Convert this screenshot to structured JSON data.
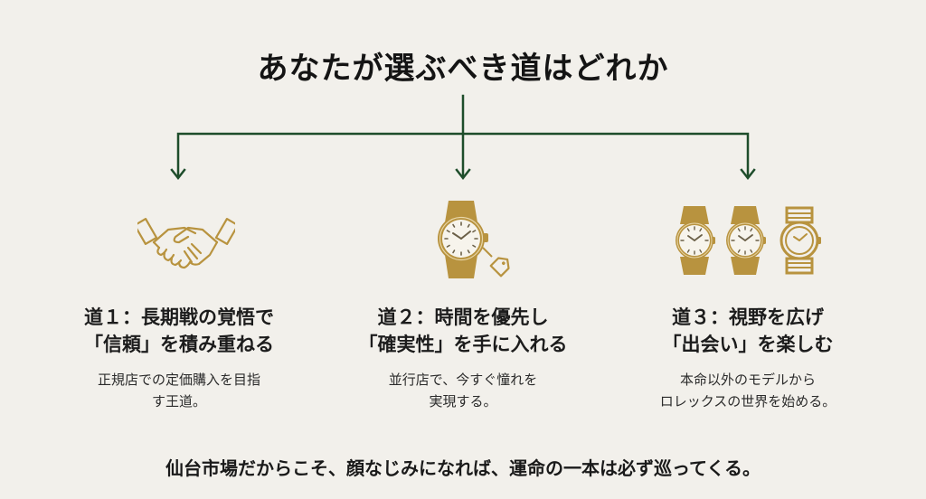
{
  "title": "あなたが選ぶべき道はどれか",
  "colors": {
    "background": "#f2f0eb",
    "arrow": "#1e4d2b",
    "gold": "#b8933f",
    "dial": "#f7f4ec",
    "text": "#1a1a1a"
  },
  "paths": [
    {
      "icon": "handshake-icon",
      "heading_line1": "道１：長期戦の覚悟で",
      "heading_line2": "「信頼」を積み重ねる",
      "desc_line1": "正規店での定価購入を目指",
      "desc_line2": "す王道。"
    },
    {
      "icon": "watch-price-tag-icon",
      "heading_line1": "道２：時間を優先し",
      "heading_line2": "「確実性」を手に入れる",
      "desc_line1": "並行店で、今すぐ憧れを",
      "desc_line2": "実現する。"
    },
    {
      "icon": "three-watches-icon",
      "heading_line1": "道３：視野を広げ",
      "heading_line2": "「出会い」を楽しむ",
      "desc_line1": "本命以外のモデルから",
      "desc_line2": "ロレックスの世界を始める。"
    }
  ],
  "footer": "仙台市場だからこそ、顔なじみになれば、運命の一本は必ず巡ってくる。"
}
